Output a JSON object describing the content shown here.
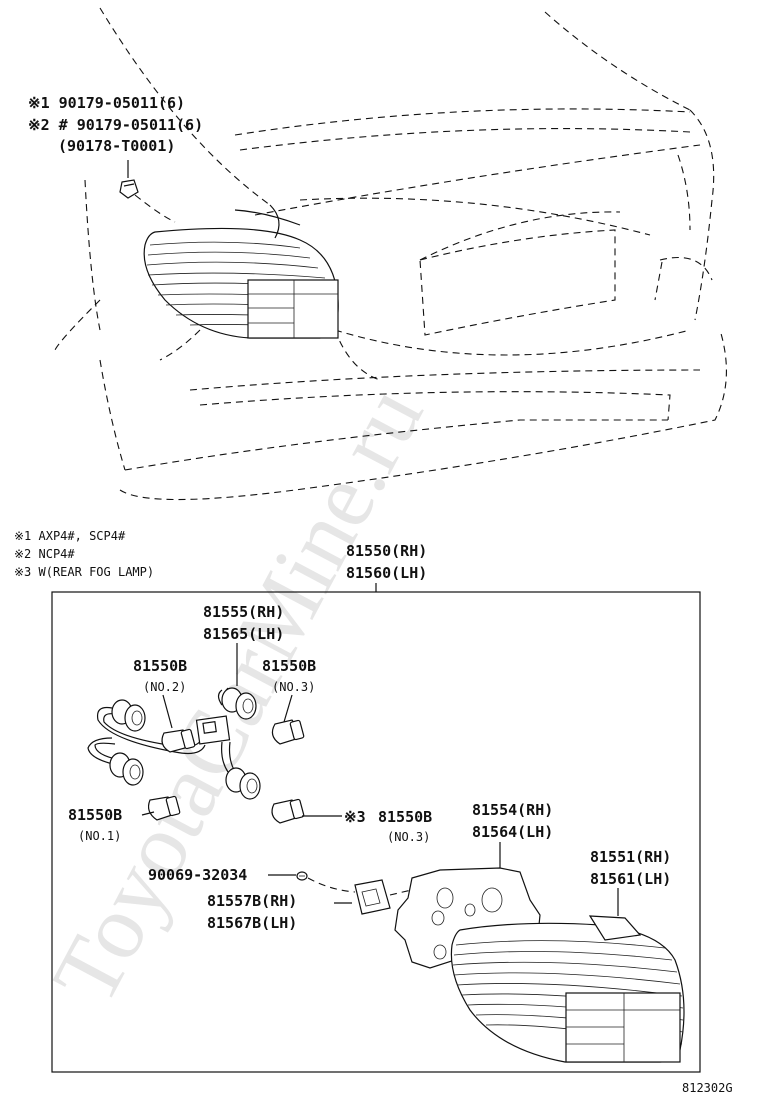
{
  "watermark": "ToyotaCarMine.ru",
  "top_callout": {
    "line1": "※1  90179-05011(6)",
    "line2": "※2 # 90179-05011(6)",
    "line3": "(90178-T0001)"
  },
  "notes": {
    "n1": "※1  AXP4#, SCP4#",
    "n2": "※2  NCP4#",
    "n3": "※3  W(REAR FOG LAMP)"
  },
  "assembly": {
    "rh": "81550(RH)",
    "lh": "81560(LH)"
  },
  "socket_wire": {
    "rh": "81555(RH)",
    "lh": "81565(LH)"
  },
  "bulbs": {
    "no2": {
      "part": "81550B",
      "sub": "(NO.2)"
    },
    "no3_top": {
      "part": "81550B",
      "sub": "(NO.3)"
    },
    "no1": {
      "part": "81550B",
      "sub": "(NO.1)"
    },
    "no3_fog": {
      "prefix": "※3",
      "part": "81550B",
      "sub": "(NO.3)"
    }
  },
  "screw": "90069-32034",
  "cover": {
    "rh": "81557B(RH)",
    "lh": "81567B(LH)"
  },
  "gasket": {
    "rh": "81554(RH)",
    "lh": "81564(LH)"
  },
  "lens": {
    "rh": "81551(RH)",
    "lh": "81561(LH)"
  },
  "figure_id": "812302G"
}
